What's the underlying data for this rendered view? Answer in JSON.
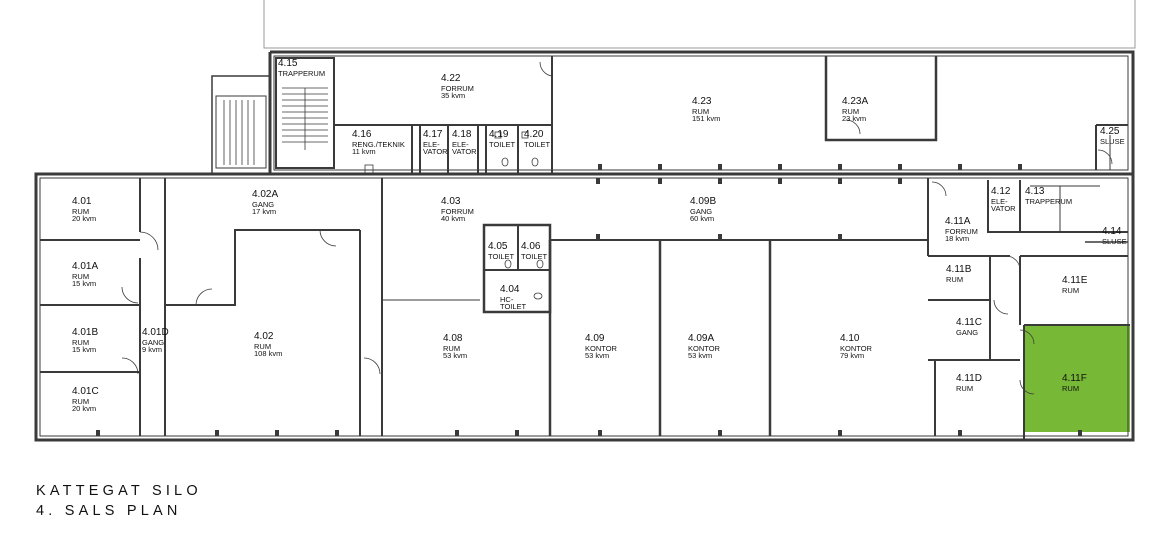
{
  "title": {
    "line1": "KATTEGAT SILO",
    "line2": "4. SALS PLAN"
  },
  "colors": {
    "wall": "#3a3a3a",
    "highlight": "#77b837",
    "background": "#ffffff"
  },
  "highlighted_room": "4.11F",
  "rooms": [
    {
      "num": "4.15",
      "name": "TRAPPERUM",
      "area": ""
    },
    {
      "num": "4.22",
      "name": "FORRUM",
      "area": "35 kvm"
    },
    {
      "num": "4.23",
      "name": "RUM",
      "area": "151 kvm"
    },
    {
      "num": "4.23A",
      "name": "RUM",
      "area": "23 kvm"
    },
    {
      "num": "4.16",
      "name": "RENG./TEKNIK",
      "area": "11 kvm"
    },
    {
      "num": "4.17",
      "name": "ELE-\nVATOR",
      "area": ""
    },
    {
      "num": "4.18",
      "name": "ELE-\nVATOR",
      "area": ""
    },
    {
      "num": "4.19",
      "name": "TOILET",
      "area": ""
    },
    {
      "num": "4.20",
      "name": "TOILET",
      "area": ""
    },
    {
      "num": "4.25",
      "name": "SLUSE",
      "area": ""
    },
    {
      "num": "4.01",
      "name": "RUM",
      "area": "20 kvm"
    },
    {
      "num": "4.02A",
      "name": "GANG",
      "area": "17 kvm"
    },
    {
      "num": "4.03",
      "name": "FORRUM",
      "area": "40 kvm"
    },
    {
      "num": "4.09B",
      "name": "GANG",
      "area": "60 kvm"
    },
    {
      "num": "4.12",
      "name": "ELE-\nVATOR",
      "area": ""
    },
    {
      "num": "4.13",
      "name": "TRAPPERUM",
      "area": ""
    },
    {
      "num": "4.14",
      "name": "SLUSE",
      "area": ""
    },
    {
      "num": "4.11A",
      "name": "FORRUM",
      "area": "18 kvm"
    },
    {
      "num": "4.01A",
      "name": "RUM",
      "area": "15 kvm"
    },
    {
      "num": "4.05",
      "name": "TOILET",
      "area": ""
    },
    {
      "num": "4.06",
      "name": "TOILET",
      "area": ""
    },
    {
      "num": "4.04",
      "name": "HC-\nTOILET",
      "area": ""
    },
    {
      "num": "4.11B",
      "name": "RUM",
      "area": ""
    },
    {
      "num": "4.11E",
      "name": "RUM",
      "area": ""
    },
    {
      "num": "4.01B",
      "name": "RUM",
      "area": "15 kvm"
    },
    {
      "num": "4.01D",
      "name": "GANG",
      "area": "9 kvm"
    },
    {
      "num": "4.02",
      "name": "RUM",
      "area": "108 kvm"
    },
    {
      "num": "4.08",
      "name": "RUM",
      "area": "53 kvm"
    },
    {
      "num": "4.09",
      "name": "KONTOR",
      "area": "53 kvm"
    },
    {
      "num": "4.09A",
      "name": "KONTOR",
      "area": "53 kvm"
    },
    {
      "num": "4.10",
      "name": "KONTOR",
      "area": "79 kvm"
    },
    {
      "num": "4.11C",
      "name": "GANG",
      "area": ""
    },
    {
      "num": "4.11D",
      "name": "RUM",
      "area": ""
    },
    {
      "num": "4.11F",
      "name": "RUM",
      "area": ""
    },
    {
      "num": "4.01C",
      "name": "RUM",
      "area": "20 kvm"
    }
  ]
}
